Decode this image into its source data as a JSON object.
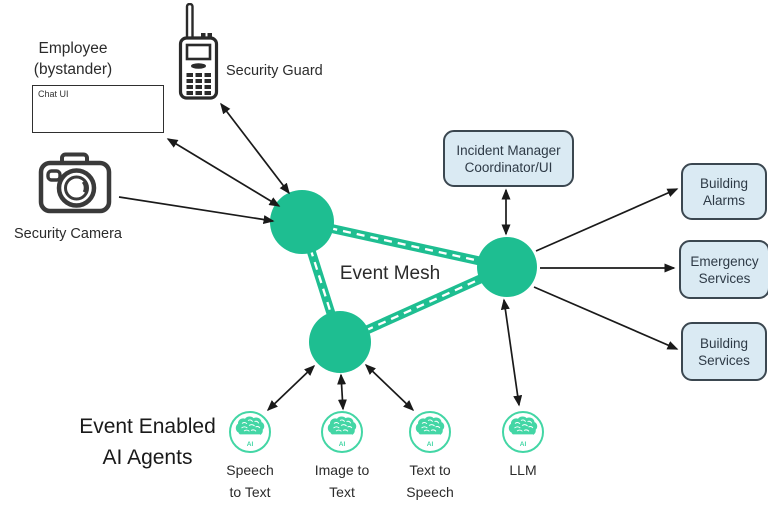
{
  "diagram": {
    "colors": {
      "mesh_green": "#1ebe91",
      "agent_green": "#43d6a5",
      "box_fill": "#daeaf3",
      "box_border": "#3b4750",
      "arrow_black": "#1a1a1a",
      "text_dark": "#2b2b2b"
    },
    "sources": {
      "employee": {
        "line1": "Employee",
        "line2": "(bystander)"
      },
      "chat_ui": "Chat UI",
      "security_guard": "Security Guard",
      "security_camera": "Security Camera"
    },
    "mesh": {
      "label": "Event Mesh"
    },
    "incident_manager": {
      "line1": "Incident Manager",
      "line2": "Coordinator/UI"
    },
    "targets": [
      {
        "line1": "Building",
        "line2": "Alarms"
      },
      {
        "line1": "Emergency",
        "line2": "Services"
      },
      {
        "line1": "Building",
        "line2": "Services"
      }
    ],
    "agents_heading": {
      "line1": "Event Enabled",
      "line2": "AI Agents"
    },
    "agents": [
      {
        "line1": "Speech",
        "line2": "to Text"
      },
      {
        "line1": "Image to",
        "line2": "Text"
      },
      {
        "line1": "Text to",
        "line2": "Speech"
      },
      {
        "line1": "LLM",
        "line2": ""
      }
    ],
    "ai_badge": "AI"
  }
}
